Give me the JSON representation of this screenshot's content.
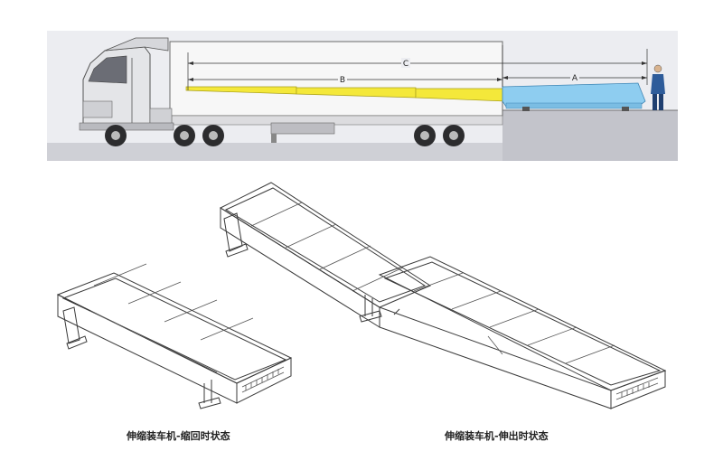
{
  "top_diagram": {
    "dimension_labels": {
      "a": "A",
      "b": "B",
      "c": "C"
    },
    "colors": {
      "background": "#ecedf1",
      "ground": "#cfd0d6",
      "boom_yellow": "#f4e83a",
      "boom_blue": "#8ecdf0",
      "trailer": "#f7f7f7",
      "cab": "#e4e5e8"
    }
  },
  "captions": {
    "retracted": "伸缩装车机-缩回时状态",
    "extended": "伸缩装车机-伸出时状态"
  }
}
